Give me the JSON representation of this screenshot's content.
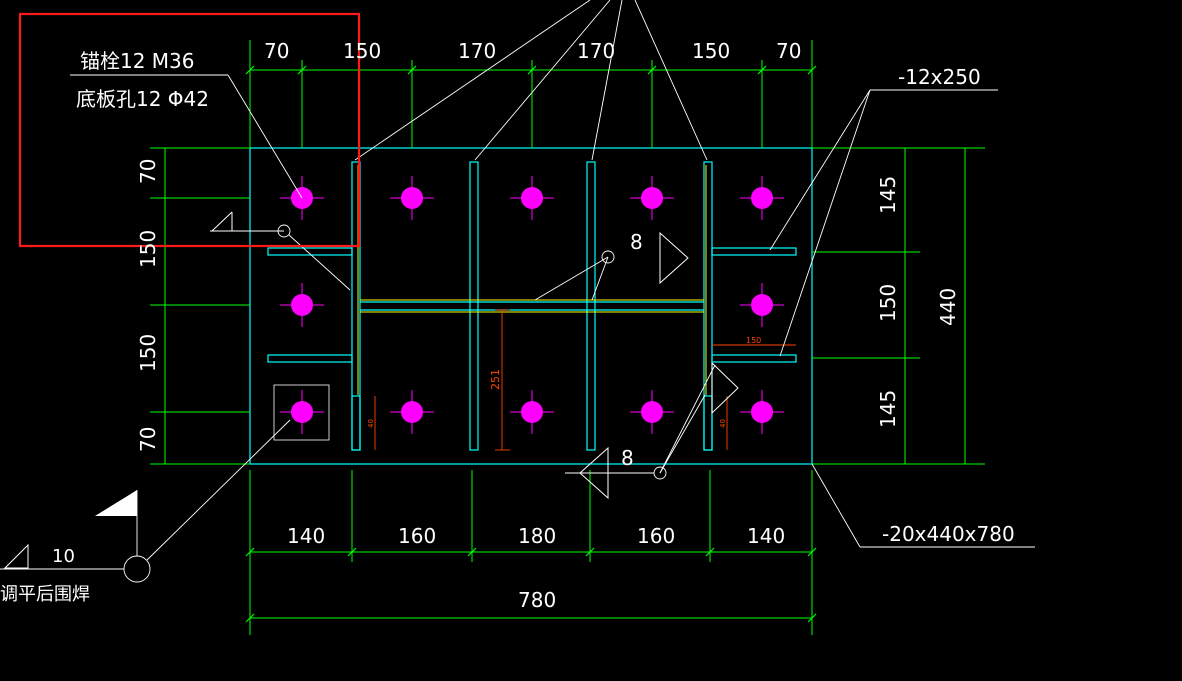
{
  "colors": {
    "background": "#000000",
    "dimension": "#00ff00",
    "outline": "#00ffff",
    "bolt": "#ff00ff",
    "weld_seam": "#ffff00",
    "leader": "#ffffff",
    "callout_box": "#ff0000",
    "small_dim": "#ff4400"
  },
  "dimensions": {
    "top": [
      "70",
      "150",
      "170",
      "170",
      "150",
      "70"
    ],
    "bottom": [
      "140",
      "160",
      "180",
      "160",
      "140"
    ],
    "overall_width": "780",
    "left": [
      "70",
      "150",
      "150",
      "70"
    ],
    "right": [
      "145",
      "150",
      "145"
    ],
    "overall_height": "440",
    "stiffener_height": "251",
    "plate_length": "150",
    "small_left": "40",
    "small_right": "40"
  },
  "labels": {
    "anchor_bolt": "锚栓12 M36",
    "base_hole": "底板孔12 Φ42",
    "stiffener_plate": "-12x250",
    "base_plate": "-20x440x780",
    "weld_size_top": "8",
    "weld_size_bottom": "8",
    "weld_size_field": "10",
    "field_weld_note": "调平后围焊"
  },
  "icons": {
    "bolt": "anchor-bolt-icon",
    "weld_symbol": "fillet-weld-icon",
    "field_flag": "field-weld-flag-icon",
    "section_arrow": "section-arrow-icon"
  }
}
